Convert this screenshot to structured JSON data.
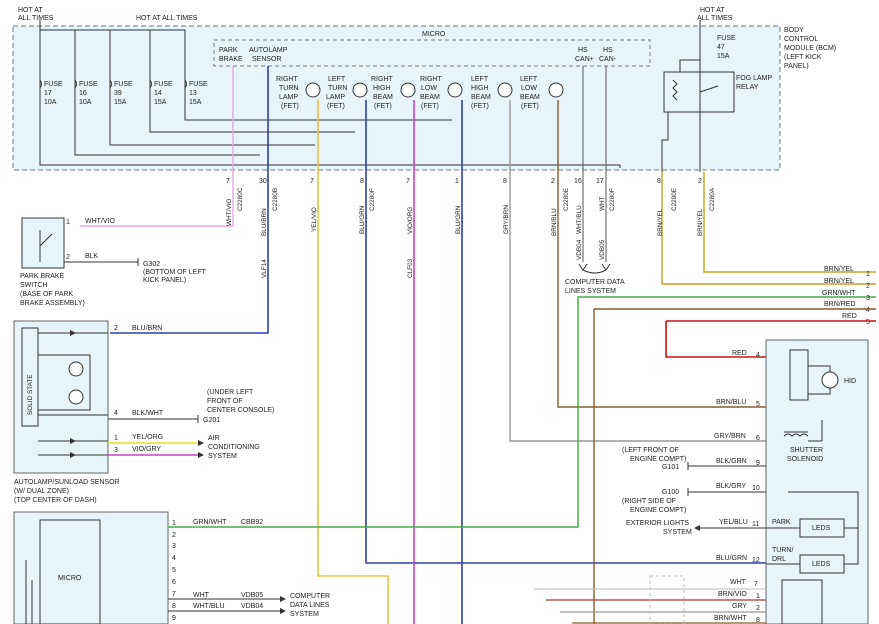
{
  "header": {
    "hot_left": [
      "HOT AT",
      "ALL TIMES"
    ],
    "hot_mid": "HOT AT ALL TIMES",
    "hot_right": [
      "HOT AT",
      "ALL TIMES"
    ],
    "micro": "MICRO"
  },
  "bcm": {
    "lines": [
      "BODY",
      "CONTROL",
      "MODULE (BCM)",
      "(LEFT KICK",
      "PANEL)"
    ]
  },
  "fuses": [
    {
      "name": "FUSE",
      "num": "17",
      "amp": "10A"
    },
    {
      "name": "FUSE",
      "num": "16",
      "amp": "10A"
    },
    {
      "name": "FUSE",
      "num": "39",
      "amp": "15A"
    },
    {
      "name": "FUSE",
      "num": "14",
      "amp": "15A"
    },
    {
      "name": "FUSE",
      "num": "13",
      "amp": "15A"
    }
  ],
  "fuse47": {
    "name": "FUSE",
    "num": "47",
    "amp": "15A"
  },
  "fog_relay": [
    "FOG LAMP",
    "RELAY"
  ],
  "micro_labels": {
    "park": [
      "PARK",
      "BRAKE"
    ],
    "autolamp": [
      "AUTOLAMP",
      "SENSOR"
    ],
    "hs_plus": [
      "HS",
      "CAN+"
    ],
    "hs_minus": [
      "HS",
      "CAN-"
    ]
  },
  "fets": [
    [
      "RIGHT",
      "TURN",
      "LAMP",
      "(FET)"
    ],
    [
      "LEFT",
      "TURN",
      "LAMP",
      "(FET)"
    ],
    [
      "RIGHT",
      "HIGH",
      "BEAM",
      "(FET)"
    ],
    [
      "RIGHT",
      "LOW",
      "BEAM",
      "(FET)"
    ],
    [
      "LEFT",
      "HIGH",
      "BEAM",
      "(FET)"
    ],
    [
      "LEFT",
      "LOW",
      "BEAM",
      "(FET)"
    ]
  ],
  "pin_wires": [
    {
      "pin": "7",
      "color": "WHT/VIO",
      "conn": "C2280C"
    },
    {
      "pin": "30",
      "color": "BLU/BRN",
      "conn": "C2280B"
    },
    {
      "pin": "7",
      "color": "YEL/VIO",
      "conn": ""
    },
    {
      "pin": "8",
      "color": "BLU/GRN",
      "conn": "C2280F"
    },
    {
      "pin": "7",
      "color": "VIO/ORG",
      "conn": ""
    },
    {
      "pin": "1",
      "color": "BLU/GRN",
      "conn": ""
    },
    {
      "pin": "8",
      "color": "GRY/BRN",
      "conn": ""
    },
    {
      "pin": "2",
      "color": "BRN/BLU",
      "conn": "C2280E"
    },
    {
      "pin": "16",
      "color": "WHT/BLU",
      "conn": ""
    },
    {
      "pin": "17",
      "color": "WHT",
      "conn": "C2280F"
    },
    {
      "pin": "8",
      "color": "BRN/YEL",
      "conn": "C2280E"
    },
    {
      "pin": "2",
      "color": "BRN/YEL",
      "conn": "C2280A"
    }
  ],
  "circuits": {
    "vlf14": "VLF14",
    "clf03": "CLF03",
    "vdb04": "VDB04",
    "vdb05": "VDB05"
  },
  "cdl_system": [
    "COMPUTER DATA",
    "LINES SYSTEM"
  ],
  "park_brake": {
    "pin1": "1",
    "wire1": "WHT/VIO",
    "pin2": "2",
    "wire2": "BLK",
    "ground": "G302",
    "ground_loc": [
      "(BOTTOM OF LEFT",
      "KICK PANEL)"
    ],
    "lines": [
      "PARK BRAKE",
      "SWITCH",
      "(BASE OF PARK",
      "BRAKE ASSEMBLY)"
    ]
  },
  "autolamp": {
    "solid_state": "SOLID STATE",
    "pins": [
      {
        "pin": "2",
        "wire": "BLU/BRN"
      },
      {
        "pin": "4",
        "wire": "BLK/WHT"
      },
      {
        "pin": "1",
        "wire": "YEL/ORG"
      },
      {
        "pin": "3",
        "wire": "VIO/GRY"
      }
    ],
    "ground": "G201",
    "ground_loc": [
      "(UNDER LEFT",
      "FRONT OF",
      "CENTER CONSOLE)"
    ],
    "ac": [
      "AIR",
      "CONDITIONING",
      "SYSTEM"
    ],
    "lines": [
      "AUTOLAMP/SUNLOAD SENSOR",
      "(W/ DUAL ZONE)",
      "(TOP CENTER OF DASH)"
    ]
  },
  "lower_module": {
    "micro": "MICRO",
    "pins": [
      "1",
      "2",
      "3",
      "4",
      "5",
      "6",
      "7",
      "8",
      "9"
    ],
    "pin1_wire": "GRN/WHT",
    "pin1_circ": "CBB92",
    "pin7_wire": "WHT",
    "pin7_circ": "VDB05",
    "pin8_wire": "WHT/BLU",
    "pin8_circ": "VDB04",
    "cdl": [
      "COMPUTER",
      "DATA LINES",
      "SYSTEM"
    ]
  },
  "bus": [
    {
      "color": "BRN/YEL",
      "pin": "1"
    },
    {
      "color": "BRN/YEL",
      "pin": "2"
    },
    {
      "color": "GRN/WHT",
      "pin": "3"
    },
    {
      "color": "BRN/RED",
      "pin": "4"
    },
    {
      "color": "RED",
      "pin": "5"
    }
  ],
  "headlamp": {
    "hid": "HID",
    "shutter": [
      "SHUTTER",
      "SOLENOID"
    ],
    "pins": [
      {
        "pin": "4",
        "wire": "RED"
      },
      {
        "pin": "5",
        "wire": "BRN/BLU"
      },
      {
        "pin": "6",
        "wire": "GRY/BRN"
      },
      {
        "pin": "9",
        "wire": "BLK/GRN"
      },
      {
        "pin": "10",
        "wire": "BLK/GRY"
      },
      {
        "pin": "11",
        "wire": "YEL/BLU"
      },
      {
        "pin": "12",
        "wire": "BLU/GRN"
      }
    ],
    "g101": "G101",
    "g101_loc": [
      "(LEFT FRONT OF",
      "ENGINE COMPT)"
    ],
    "g100": "G100",
    "g100_loc": [
      "(RIGHT SIDE OF",
      "ENGINE COMPT)"
    ],
    "ext": [
      "EXTERIOR LIGHTS",
      "SYSTEM"
    ],
    "park": "PARK",
    "turn": [
      "TURN/",
      "DRL"
    ],
    "leds": "LEDS"
  },
  "lower_right": [
    {
      "pin": "7",
      "wire": "WHT"
    },
    {
      "pin": "1",
      "wire": "BRN/VIO"
    },
    {
      "pin": "2",
      "wire": "GRY"
    },
    {
      "pin": "8",
      "wire": "BRN/WHT"
    }
  ],
  "colors": {
    "wht_vio": "#e8a8e0",
    "blu": "#2f3db8",
    "yel": "#f0c040",
    "vio": "#d040c8",
    "brn": "#8b5a2b",
    "grn": "#40b040",
    "red": "#d01010",
    "gry": "#9a9a9a",
    "yel_line": "#e0e020"
  }
}
